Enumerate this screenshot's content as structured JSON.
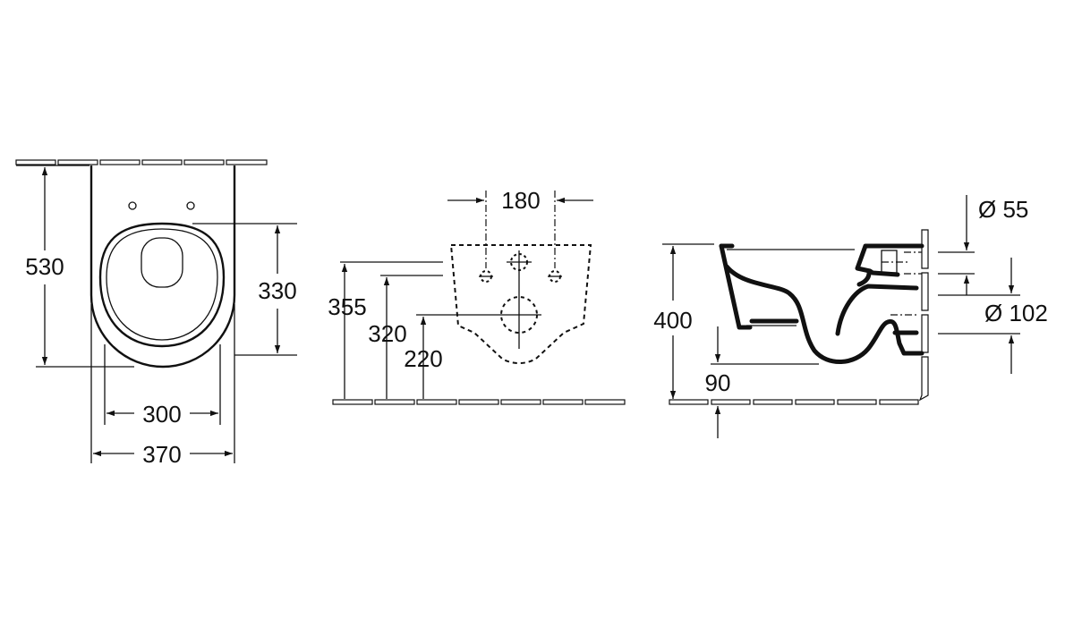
{
  "views": {
    "top": {
      "dimensions": {
        "depth": "530",
        "seat_depth": "330",
        "inner_width": "300",
        "outer_width": "370"
      }
    },
    "rear": {
      "dimensions": {
        "hole_spacing": "180",
        "height_a": "355",
        "height_b": "320",
        "height_c": "220"
      }
    },
    "side": {
      "dimensions": {
        "height": "400",
        "bottom_clearance": "90",
        "inlet_diameter": "Ø 55",
        "outlet_diameter": "Ø 102"
      }
    }
  }
}
